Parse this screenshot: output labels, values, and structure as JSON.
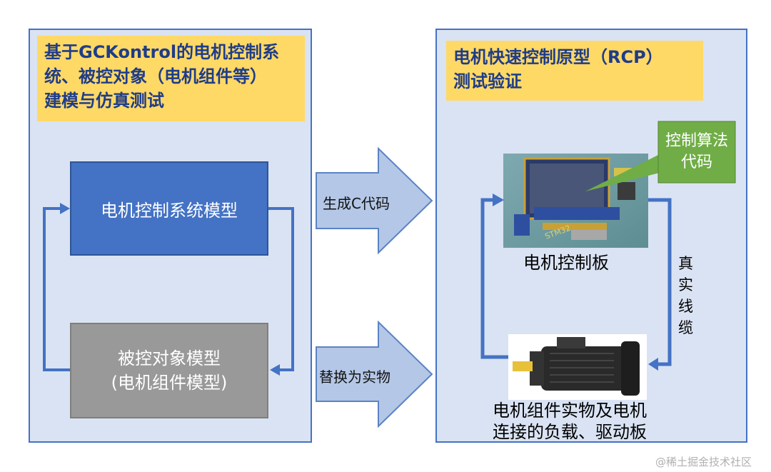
{
  "left_panel": {
    "title": "基于GCKontrol的电机控制系\n统、被控对象（电机组件等）\n建模与仿真测试",
    "control_model": "电机控制系统模型",
    "plant_model": "被控对象模型\n(电机组件模型)"
  },
  "arrows": {
    "generate_code": "生成C代码",
    "replace_physical": "替换为实物"
  },
  "right_panel": {
    "title": "电机快速控制原型（RCP）\n测试验证",
    "callout": "控制算法\n代码",
    "board_label": "电机控制板",
    "cable_label": "真\n实\n线\n缆",
    "motor_label": "电机组件实物及电机\n连接的负载、驱动板"
  },
  "watermark": "@稀土掘金技术社区",
  "colors": {
    "panel_bg": "#dae3f3",
    "panel_border": "#4472c4",
    "title_bg": "#ffd966",
    "control_block": "#4472c4",
    "plant_block": "#999999",
    "callout": "#70ad47"
  }
}
